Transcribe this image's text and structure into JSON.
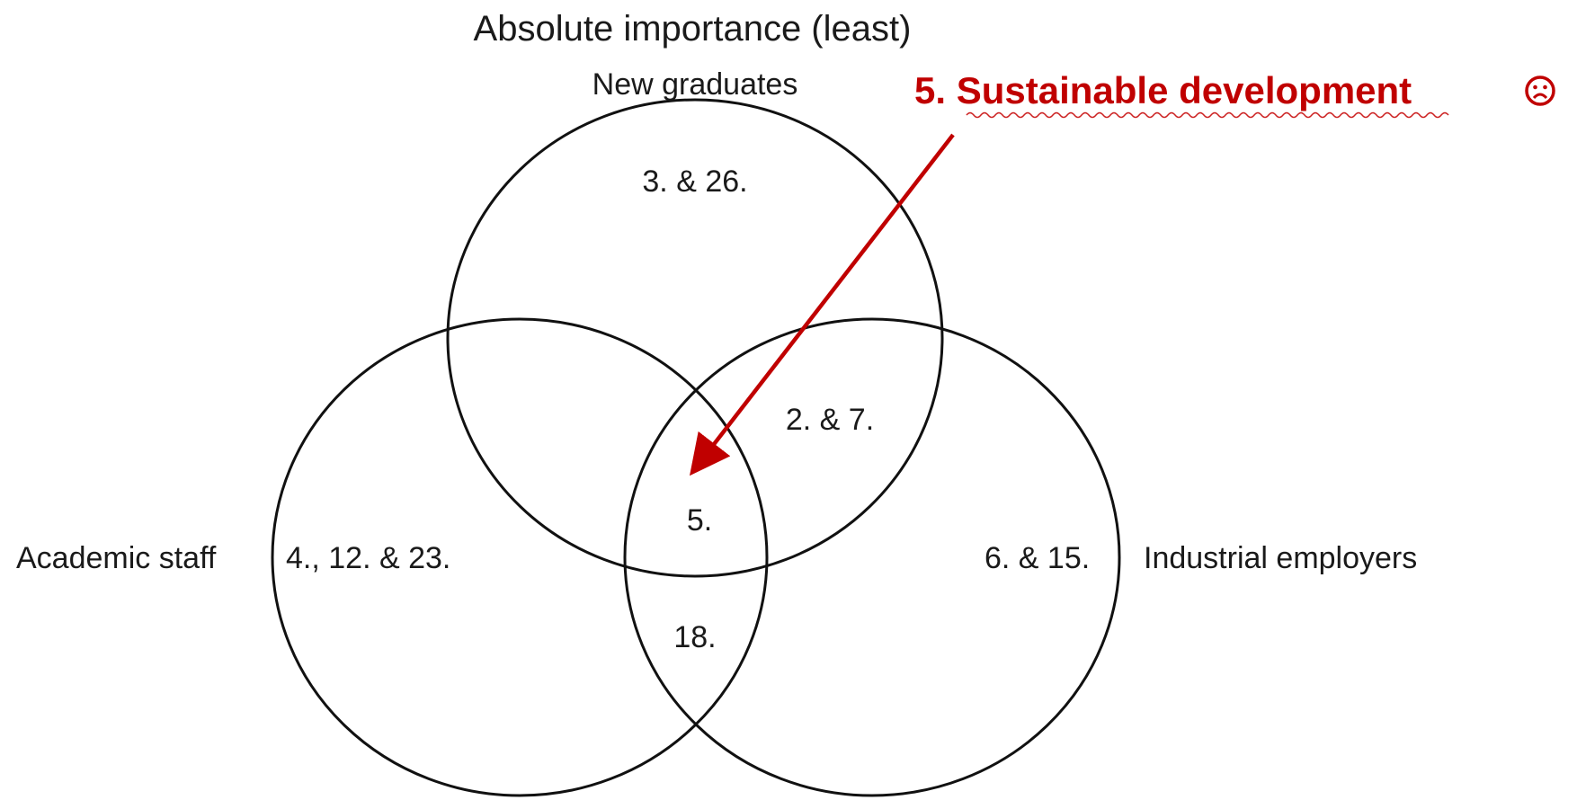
{
  "title": "Absolute importance (least)",
  "sets": {
    "new_graduates": "New graduates",
    "academic_staff": "Academic staff",
    "industrial_employers": "Industrial employers"
  },
  "regions": {
    "graduates_only": "3. & 26.",
    "graduates_industry": "2. & 7.",
    "all_three": "5.",
    "academic_only": "4., 12. & 23.",
    "industry_only": "6. & 15.",
    "academic_industry": "18."
  },
  "callout": {
    "text": "5. Sustainable development",
    "icon": "frowning-face-icon",
    "color": "#c00000"
  }
}
